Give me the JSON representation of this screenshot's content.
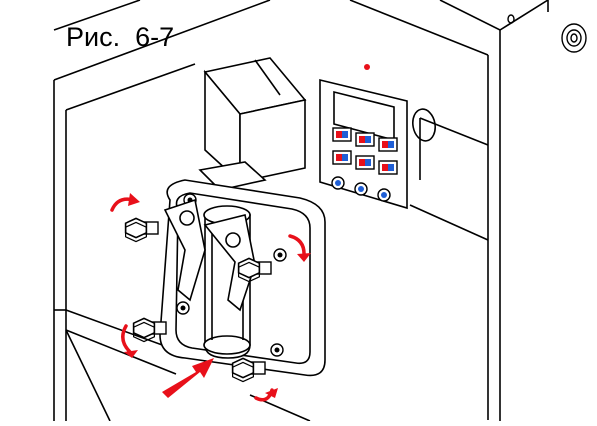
{
  "figure": {
    "label": "Рис.  6-7"
  },
  "colors": {
    "line": "#000000",
    "arrow": "#e8101a",
    "button_red": "#e8101a",
    "button_blue": "#1f5fd6",
    "display": "#ffffff",
    "indicator_led": "#e8101a"
  },
  "icons": {
    "rotation_arrow": "curved-rotation-arrow-icon",
    "push_arrow": "push-arrow-icon",
    "knob": "hex-knob-icon",
    "nut": "nut-icon"
  },
  "control_panel": {
    "button_rows": 2,
    "buttons_per_row": 3,
    "round_buttons": 3
  }
}
